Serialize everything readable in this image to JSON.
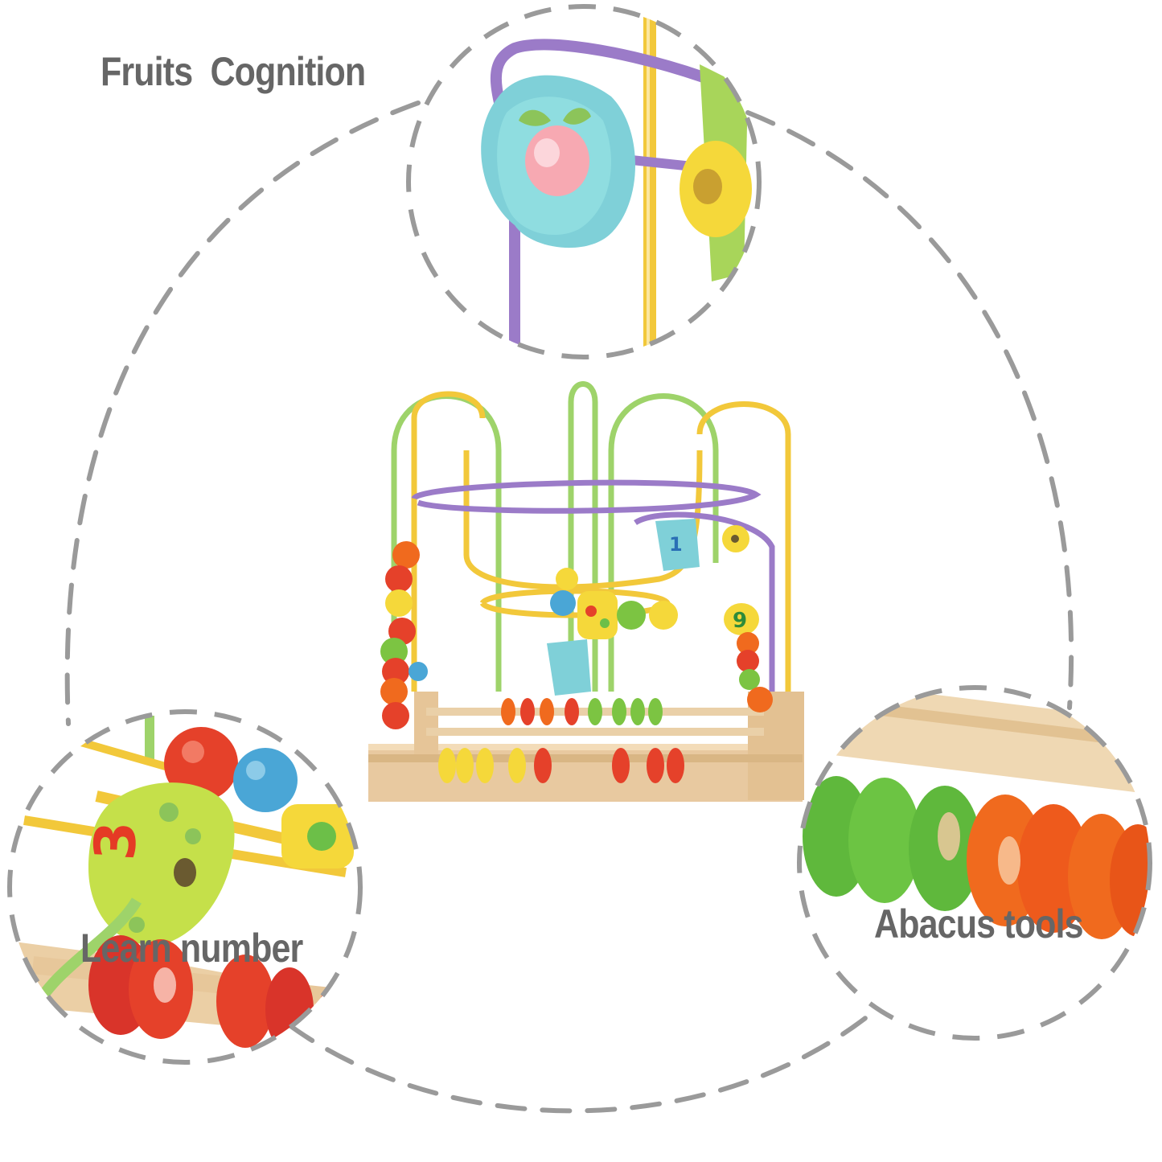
{
  "image": {
    "subject": "wooden bead maze toy with abacus base",
    "background_color": "#ffffff",
    "dash_color": "#9a9a9a"
  },
  "callouts": [
    {
      "id": "top",
      "label": "Fruits  Cognition",
      "detail": "fruit-shaped bead with peach picture on wire"
    },
    {
      "id": "left",
      "label": "Learn number",
      "detail": "number bead showing digit 3"
    },
    {
      "id": "right",
      "label": "Abacus tools",
      "detail": "green and orange counting rings on dowel"
    }
  ],
  "toy": {
    "bead_labels": [
      "1",
      "9"
    ],
    "inset_digit": "3",
    "colors": {
      "wood": "#e8c9a0",
      "red": "#e53a25",
      "orange": "#f06a1e",
      "yellow": "#f5d83a",
      "green": "#7cc442",
      "blue": "#4aa6d6",
      "purple": "#9b7bc8",
      "wire_yellow": "#f2c83a",
      "wire_green": "#9ed36a"
    }
  }
}
